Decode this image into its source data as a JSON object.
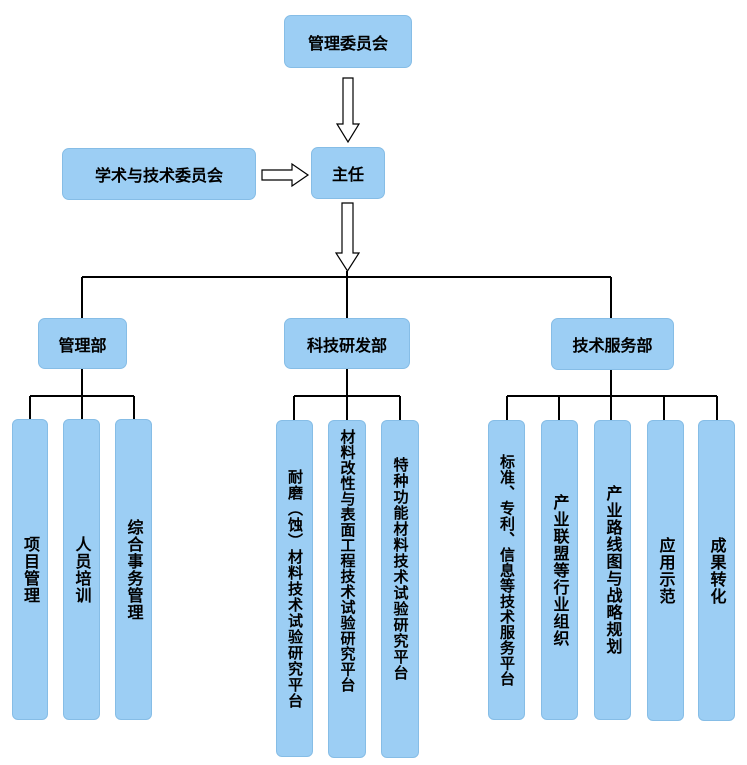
{
  "top": {
    "committee": "管理委员会",
    "academic": "学术与技术委员会",
    "director": "主任"
  },
  "departments": {
    "management": "管理部",
    "rnd": "科技研发部",
    "service": "技术服务部"
  },
  "management_units": [
    "项目管理",
    "人员培训",
    "综合事务管理"
  ],
  "rnd_units": [
    "耐磨（蚀）材料技术试验研究平台",
    "材料改性与表面工程技术试验研究平台",
    "特种功能材料技术试验研究平台"
  ],
  "service_units": [
    "标准、专利、信息等技术服务平台",
    "产业联盟等行业组织",
    "产业路线图与战略规划",
    "应用示范",
    "成果转化"
  ],
  "colors": {
    "box_fill": "#9ccef4",
    "line": "#000000"
  }
}
